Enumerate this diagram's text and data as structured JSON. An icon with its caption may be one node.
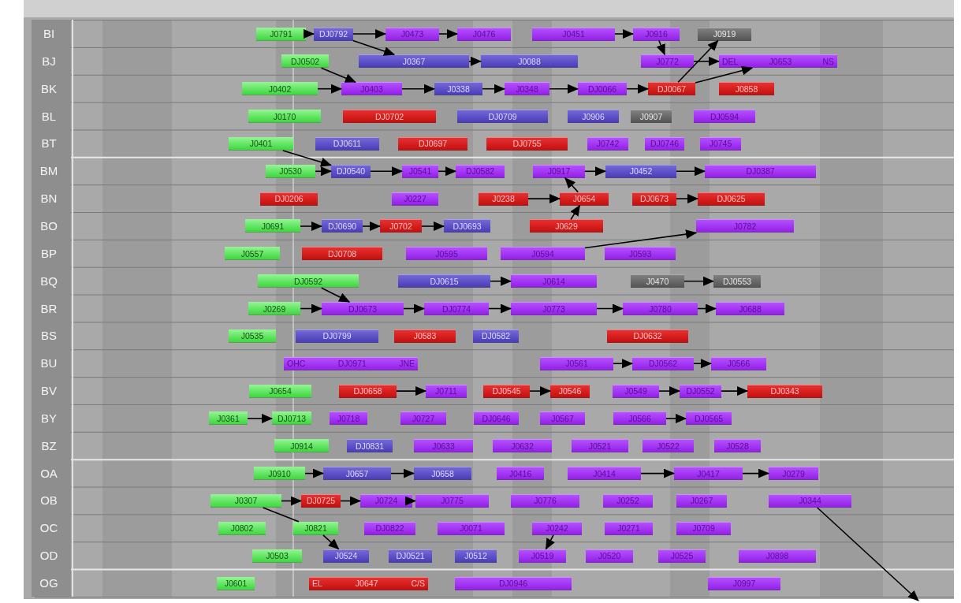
{
  "diagram": {
    "nodes": [
      {
        "text": [
          "J0791"
        ]
      },
      {
        "text": [
          "DJ0792"
        ]
      },
      {
        "text": [
          "J0473"
        ]
      },
      {
        "text": [
          "J0476"
        ]
      },
      {
        "text": [
          "J0451"
        ]
      },
      {
        "text": [
          "J0916"
        ]
      },
      {
        "text": [
          "J0919"
        ]
      },
      {
        "text": [
          "DJ0502"
        ]
      },
      {
        "text": [
          "J0367"
        ]
      },
      {
        "text": [
          "J0088"
        ]
      },
      {
        "text": [
          "J0772"
        ]
      },
      {
        "text": [
          "DEL",
          "J0653",
          "NS"
        ]
      },
      {
        "text": [
          "J0402"
        ]
      },
      {
        "text": [
          "J0403"
        ]
      },
      {
        "text": [
          "J0338"
        ]
      },
      {
        "text": [
          "J0348"
        ]
      },
      {
        "text": [
          "DJ0066"
        ]
      },
      {
        "text": [
          "DJ0067"
        ]
      },
      {
        "text": [
          "J0858"
        ]
      },
      {
        "text": [
          "J0170"
        ]
      },
      {
        "text": [
          "DJ0702"
        ]
      },
      {
        "text": [
          "DJ0709"
        ]
      },
      {
        "text": [
          "J0906"
        ]
      },
      {
        "text": [
          "J0907"
        ]
      },
      {
        "text": [
          "DJ0594"
        ]
      },
      {
        "text": [
          "J0401"
        ]
      },
      {
        "text": [
          "DJ0611"
        ]
      },
      {
        "text": [
          "DJ0697"
        ]
      },
      {
        "text": [
          "DJ0755"
        ]
      },
      {
        "text": [
          "J0742"
        ]
      },
      {
        "text": [
          "DJ0746"
        ]
      },
      {
        "text": [
          "J0745"
        ]
      },
      {
        "text": [
          "J0530"
        ]
      },
      {
        "text": [
          "DJ0540"
        ]
      },
      {
        "text": [
          "J0541"
        ]
      },
      {
        "text": [
          "DJ0582"
        ]
      },
      {
        "text": [
          "J0917"
        ]
      },
      {
        "text": [
          "J0452"
        ]
      },
      {
        "text": [
          "DJ0387"
        ]
      },
      {
        "text": [
          "DJ0206"
        ]
      },
      {
        "text": [
          "J0227"
        ]
      },
      {
        "text": [
          "J0238"
        ]
      },
      {
        "text": [
          "J0654"
        ]
      },
      {
        "text": [
          "DJ0673"
        ]
      },
      {
        "text": [
          "DJ0625"
        ]
      },
      {
        "text": [
          "J0691"
        ]
      },
      {
        "text": [
          "DJ0690"
        ]
      },
      {
        "text": [
          "J0702"
        ]
      },
      {
        "text": [
          "DJ0693"
        ]
      },
      {
        "text": [
          "J0629"
        ]
      },
      {
        "text": [
          "J0782"
        ]
      },
      {
        "text": [
          "J0557"
        ]
      },
      {
        "text": [
          "DJ0708"
        ]
      },
      {
        "text": [
          "J0595"
        ]
      },
      {
        "text": [
          "J0594"
        ]
      },
      {
        "text": [
          "J0593"
        ]
      },
      {
        "text": [
          "DJ0592"
        ]
      },
      {
        "text": [
          "DJ0615"
        ]
      },
      {
        "text": [
          "J0614"
        ]
      },
      {
        "text": [
          "J0470"
        ]
      },
      {
        "text": [
          "DJ0553"
        ]
      },
      {
        "text": [
          "J0269"
        ]
      },
      {
        "text": [
          "DJ0673"
        ]
      },
      {
        "text": [
          "DJ0774"
        ]
      },
      {
        "text": [
          "J0773"
        ]
      },
      {
        "text": [
          "J0780"
        ]
      },
      {
        "text": [
          "J0688"
        ]
      },
      {
        "text": [
          "J0535"
        ]
      },
      {
        "text": [
          "DJ0799"
        ]
      },
      {
        "text": [
          "J0583"
        ]
      },
      {
        "text": [
          "DJ0582"
        ]
      },
      {
        "text": [
          "DJ0632"
        ]
      },
      {
        "text": [
          "OHC",
          "DJ0971",
          "JNE"
        ]
      },
      {
        "text": [
          "J0561"
        ]
      },
      {
        "text": [
          "DJ0562"
        ]
      },
      {
        "text": [
          "J0566"
        ]
      },
      {
        "text": [
          "J0654"
        ]
      },
      {
        "text": [
          "DJ0658"
        ]
      },
      {
        "text": [
          "J0711"
        ]
      },
      {
        "text": [
          "DJ0545"
        ]
      },
      {
        "text": [
          "J0546"
        ]
      },
      {
        "text": [
          "J0549"
        ]
      },
      {
        "text": [
          "DJ0552"
        ]
      },
      {
        "text": [
          "DJ0343"
        ]
      },
      {
        "text": [
          "J0361"
        ]
      },
      {
        "text": [
          "DJ0713"
        ]
      },
      {
        "text": [
          "J0718"
        ]
      },
      {
        "text": [
          "J0727"
        ]
      },
      {
        "text": [
          "DJ0646"
        ]
      },
      {
        "text": [
          "J0567"
        ]
      },
      {
        "text": [
          "J0566"
        ]
      },
      {
        "text": [
          "DJ0565"
        ]
      },
      {
        "text": [
          "J0914"
        ]
      },
      {
        "text": [
          "DJ0831"
        ]
      },
      {
        "text": [
          "J0633"
        ]
      },
      {
        "text": [
          "J0632"
        ]
      },
      {
        "text": [
          "J0521"
        ]
      },
      {
        "text": [
          "J0522"
        ]
      },
      {
        "text": [
          "J0528"
        ]
      },
      {
        "text": [
          "J0910"
        ]
      },
      {
        "text": [
          "J0657"
        ]
      },
      {
        "text": [
          "J0658"
        ]
      },
      {
        "text": [
          "J0416"
        ]
      },
      {
        "text": [
          "J0414"
        ]
      },
      {
        "text": [
          "J0417"
        ]
      },
      {
        "text": [
          "J0279"
        ]
      },
      {
        "text": [
          "J0307"
        ]
      },
      {
        "text": [
          "DJ0725"
        ]
      },
      {
        "text": [
          "J0724"
        ]
      },
      {
        "text": [
          "J0775"
        ]
      },
      {
        "text": [
          "J0776"
        ]
      },
      {
        "text": [
          "J0252"
        ]
      },
      {
        "text": [
          "J0267"
        ]
      },
      {
        "text": [
          "J0344"
        ]
      },
      {
        "text": [
          "J0802"
        ]
      },
      {
        "text": [
          "J0821"
        ]
      },
      {
        "text": [
          "DJ0822"
        ]
      },
      {
        "text": [
          "J0071"
        ]
      },
      {
        "text": [
          "J0242"
        ]
      },
      {
        "text": [
          "J0271"
        ]
      },
      {
        "text": [
          "J0709"
        ]
      },
      {
        "text": [
          "J0503"
        ]
      },
      {
        "text": [
          "J0524"
        ]
      },
      {
        "text": [
          "DJ0521"
        ]
      },
      {
        "text": [
          "J0512"
        ]
      },
      {
        "text": [
          "J0519"
        ]
      },
      {
        "text": [
          "J0520"
        ]
      },
      {
        "text": [
          "J0525"
        ]
      },
      {
        "text": [
          "J0898"
        ]
      },
      {
        "text": [
          "J0601"
        ]
      },
      {
        "text": [
          "EL",
          "J0647",
          "C/S"
        ]
      },
      {
        "text": [
          "DJ0946"
        ]
      },
      {
        "text": [
          "J0997"
        ]
      }
    ],
    "edges": [
      {
        "from": 0,
        "to": 1,
        "arrow": "to"
      },
      {
        "from": 1,
        "to": 2,
        "arrow": "to"
      },
      {
        "from": 2,
        "to": 3,
        "arrow": "to"
      },
      {
        "from": 4,
        "to": 5,
        "arrow": "to"
      },
      {
        "from": 8,
        "to": 9,
        "arrow": "to"
      },
      {
        "from": 10,
        "to": 11,
        "arrow": "to"
      },
      {
        "from": 12,
        "to": 13,
        "arrow": "to"
      },
      {
        "from": 13,
        "to": 14,
        "arrow": "to"
      },
      {
        "from": 14,
        "to": 15,
        "arrow": "to"
      },
      {
        "from": 15,
        "to": 16,
        "arrow": "to"
      },
      {
        "from": 16,
        "to": 17,
        "arrow": "to"
      },
      {
        "from": 32,
        "to": 33,
        "arrow": "to"
      },
      {
        "from": 33,
        "to": 34,
        "arrow": "to"
      },
      {
        "from": 34,
        "to": 35,
        "arrow": "to"
      },
      {
        "from": 36,
        "to": 37,
        "arrow": "to"
      },
      {
        "from": 37,
        "to": 38,
        "arrow": "to"
      },
      {
        "from": 41,
        "to": 42,
        "arrow": "to"
      },
      {
        "from": 43,
        "to": 44,
        "arrow": "to"
      },
      {
        "from": 45,
        "to": 46,
        "arrow": "to"
      },
      {
        "from": 46,
        "to": 47,
        "arrow": "to"
      },
      {
        "from": 47,
        "to": 48,
        "arrow": "to"
      },
      {
        "from": 57,
        "to": 58,
        "arrow": "to"
      },
      {
        "from": 59,
        "to": 60,
        "arrow": "to"
      },
      {
        "from": 61,
        "to": 62,
        "arrow": "to"
      },
      {
        "from": 62,
        "to": 63,
        "arrow": "to"
      },
      {
        "from": 63,
        "to": 64,
        "arrow": "to"
      },
      {
        "from": 64,
        "to": 65,
        "arrow": "to"
      },
      {
        "from": 65,
        "to": 66,
        "arrow": "to"
      },
      {
        "from": 73,
        "to": 74,
        "arrow": "to"
      },
      {
        "from": 74,
        "to": 75,
        "arrow": "to"
      },
      {
        "from": 77,
        "to": 78,
        "arrow": "to"
      },
      {
        "from": 79,
        "to": 80,
        "arrow": "to"
      },
      {
        "from": 81,
        "to": 82,
        "arrow": "to"
      },
      {
        "from": 82,
        "to": 83,
        "arrow": "to"
      },
      {
        "from": 84,
        "to": 85,
        "arrow": "to"
      },
      {
        "from": 90,
        "to": 91,
        "arrow": "to"
      },
      {
        "from": 99,
        "to": 100,
        "arrow": "to"
      },
      {
        "from": 100,
        "to": 101,
        "arrow": "to"
      },
      {
        "from": 103,
        "to": 104,
        "arrow": "to"
      },
      {
        "from": 104,
        "to": 105,
        "arrow": "to"
      },
      {
        "from": 106,
        "to": 107,
        "arrow": "to"
      },
      {
        "from": 107,
        "to": 108,
        "arrow": "to"
      },
      {
        "from": 108,
        "to": 109,
        "arrow": "to"
      },
      {
        "from": 7,
        "to": 13,
        "arrow": "to"
      },
      {
        "from": 1,
        "to": 8,
        "arrow": "to"
      },
      {
        "from": 25,
        "to": 33,
        "arrow": "to"
      },
      {
        "from": 56,
        "to": 62,
        "arrow": "to"
      },
      {
        "from": 17,
        "to": 6,
        "arrow": "to"
      },
      {
        "from": 17,
        "to": 11,
        "arrow": "to"
      },
      {
        "from": 49,
        "to": 42,
        "arrow": "to"
      },
      {
        "from": 42,
        "to": 36,
        "arrow": "to"
      },
      {
        "from": 54,
        "to": 50,
        "arrow": "to"
      },
      {
        "from": 5,
        "to": 10,
        "arrow": "to"
      },
      {
        "from": 106,
        "to": 115,
        "arrow": "none"
      },
      {
        "from": 115,
        "to": 122,
        "arrow": "to"
      },
      {
        "from": 113,
        "to": null,
        "arrow": "to"
      },
      {
        "from": 118,
        "to": 125,
        "arrow": "to"
      }
    ],
    "labels": [
      "BI",
      "BJ",
      "BK",
      "BL",
      "BT",
      "BM",
      "BN",
      "BO",
      "BP",
      "BQ",
      "BR",
      "BS",
      "BU",
      "BV",
      "BY",
      "BZ",
      "OA",
      "OB",
      "OC",
      "OD",
      "OG"
    ]
  }
}
